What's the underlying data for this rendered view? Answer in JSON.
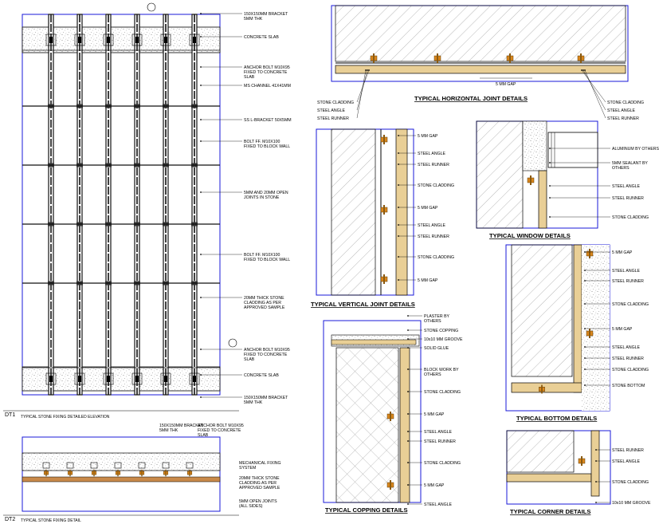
{
  "colors": {
    "frame_blue": "#1a1ad8",
    "member_dark": "#111111",
    "cladding_tan": "#e9cf96",
    "bracket_orange": "#d9861c",
    "concrete_speckle": "#c8c8c8",
    "hatch_grey": "#9a9a9a",
    "leader_blue": "#2a2ad0"
  },
  "elevation": {
    "tag": "DT1",
    "title": "TYPICAL STONE FIXING DETAILED ELEVATION",
    "labels": [
      "150X150MM BRACKET 5MM THK",
      "CONCRETE SLAB",
      "ANCHOR BOLT M10X95 FIXED TO CONCRETE SLAB",
      "MS CHANNEL 41X41MM",
      "SS L-BRACKET 50X5MM",
      "BOLT FF. M10X100 FIXED TO BLOCK WALL",
      "5MM AND 20MM OPEN JOINTS IN STONE",
      "BOLT FF. M10X100 FIXED TO BLOCK WALL",
      "20MM THICK STONE CLADDING AS PER APPROVED SAMPLE",
      "ANCHOR BOLT M10X95 FIXED TO CONCRETE SLAB",
      "CONCRETE SLAB",
      "150X150MM BRACKET 5MM THK"
    ]
  },
  "plan": {
    "tag": "DT2",
    "title": "TYPICAL STONE FIXING DETAIL",
    "labels": [
      "150X150MM BRACKET 5MM THK",
      "ANCHOR BOLT M10X95 FIXED TO CONCRETE SLAB",
      "MECHANICAL FIXING SYSTEM",
      "20MM THICK STONE CLADDING AS PER APPROVED SAMPLE",
      "5MM OPEN JOINTS (ALL SIDES)"
    ]
  },
  "horizontal": {
    "title": "TYPICAL HORIZONTAL JOINT DETAILS",
    "gap": "5 MM GAP",
    "left_labels": [
      "STONE CLADDING",
      "STEEL ANGLE",
      "STEEL RUNNER"
    ],
    "right_labels": [
      "STONE CLADDING",
      "STEEL ANGLE",
      "STEEL RUNNER"
    ]
  },
  "vertical": {
    "title": "TYPICAL VERTICAL JOINT DETAILS",
    "labels": [
      "5 MM GAP",
      "STEEL ANGLE",
      "STEEL RUNNER",
      "STONE CLADDING",
      "5 MM GAP",
      "STEEL ANGLE",
      "STEEL RUNNER",
      "STONE CLADDING",
      "5 MM GAP"
    ]
  },
  "window": {
    "title": "TYPICAL WINDOW DETAILS",
    "labels": [
      "ALUMINUM BY OTHERS",
      "5MM SEALANT BY OTHERS",
      "STEEL ANGLE",
      "STEEL RUNNER",
      "STONE CLADDING"
    ]
  },
  "bottom": {
    "title": "TYPICAL BOTTOM DETAILS",
    "labels": [
      "5 MM GAP",
      "STEEL ANGLE",
      "STEEL RUNNER",
      "STONE CLADDING",
      "5 MM GAP",
      "STEEL ANGLE",
      "STEEL RUNNER",
      "STONE CLADDING",
      "STONE BOTTOM"
    ]
  },
  "copping": {
    "title": "TYPICAL COPPING DETAILS",
    "labels": [
      "PLASTER BY OTHERS",
      "STONE COPPING",
      "10x10 MM GROOVE",
      "SOLID GLUE",
      "BLOCK WORK BY OTHERS",
      "STONE CLADDING",
      "5 MM GAP",
      "STEEL ANGLE",
      "STEEL RUNNER",
      "STONE CLADDING",
      "5 MM GAP",
      "STEEL ANGLE"
    ]
  },
  "corner": {
    "title": "TYPICAL CORNER DETAILS",
    "labels": [
      "STEEL RUNNER",
      "STEEL ANGLE",
      "STONE CLADDING",
      "10x10 MM GROOVE"
    ]
  }
}
